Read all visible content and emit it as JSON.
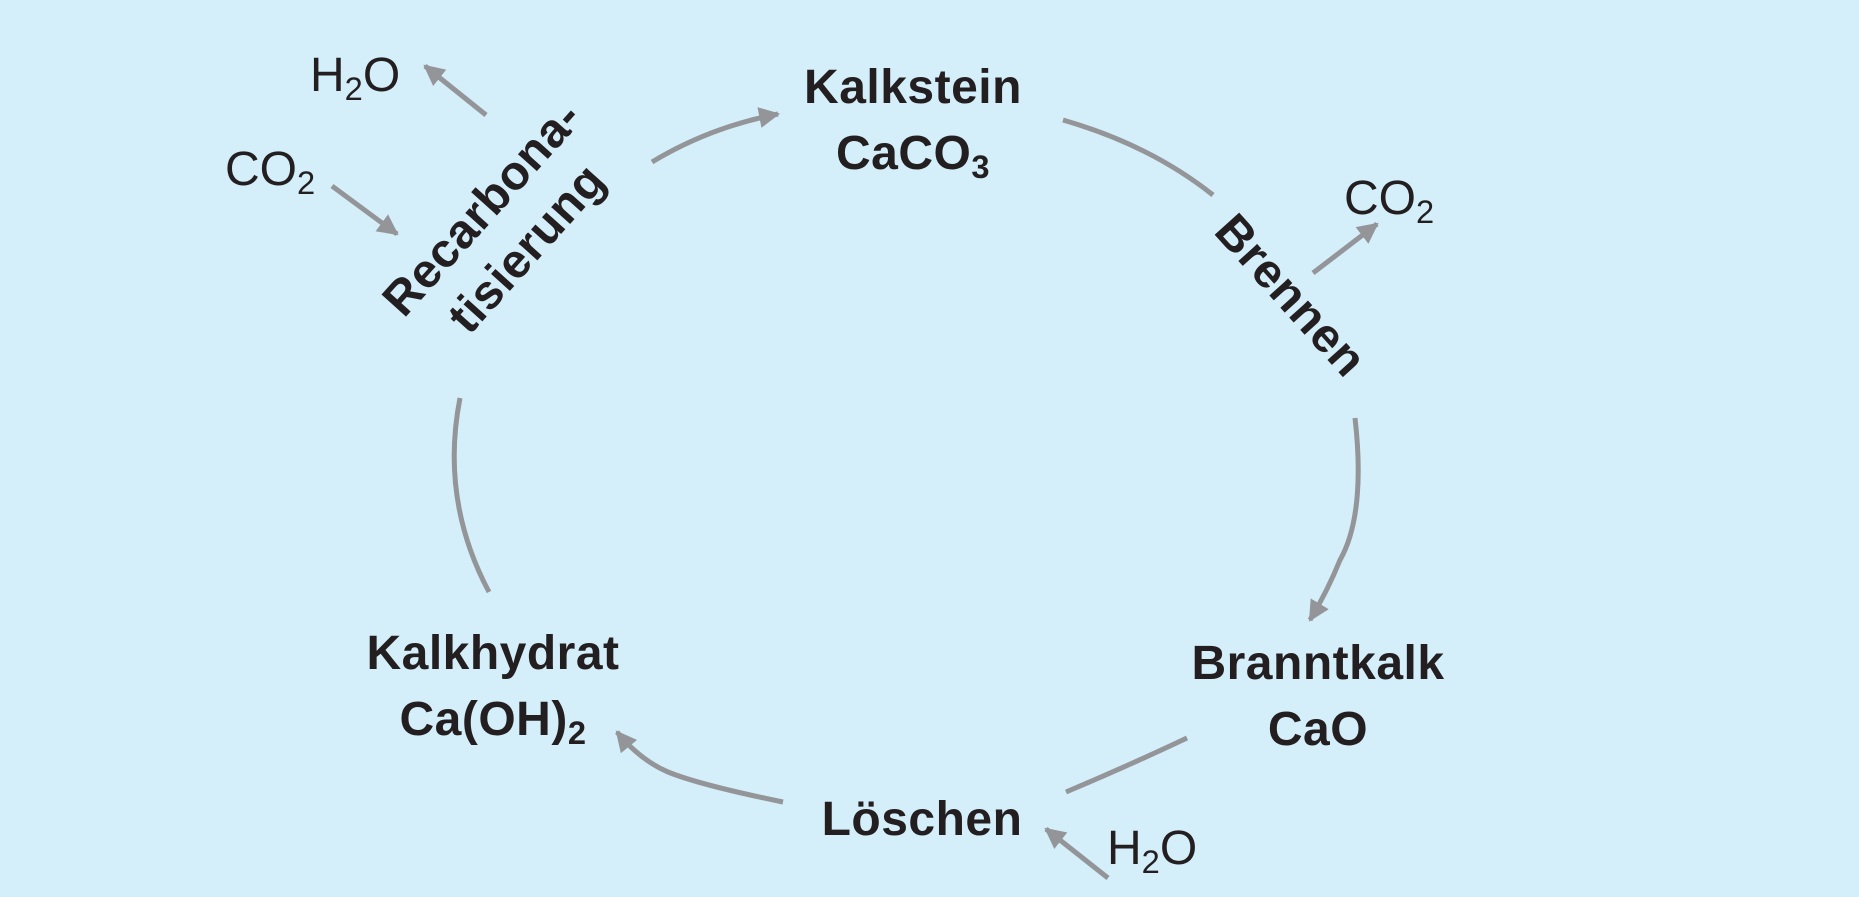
{
  "colors": {
    "background": "#d4eefa",
    "arrow": "#939598",
    "text": "#231f20"
  },
  "nodes": {
    "kalkstein": {
      "name": "Kalkstein",
      "formula_main": "CaCO",
      "formula_sub": "3"
    },
    "branntkalk": {
      "name": "Branntkalk",
      "formula": "CaO"
    },
    "kalkhydrat": {
      "name": "Kalkhydrat",
      "formula_main": "Ca(OH)",
      "formula_sub": "2"
    }
  },
  "processes": {
    "brennen": {
      "label": "Brennen"
    },
    "loeschen": {
      "label": "Löschen"
    },
    "recarbonatisierung": {
      "line1": "Recarbona-",
      "line2": "tisierung"
    }
  },
  "molecules": {
    "co2_out_brennen": {
      "main": "CO",
      "sub": "2"
    },
    "h2o_in_loeschen": {
      "pre": "H",
      "sub": "2",
      "post": "O"
    },
    "co2_in_recarb": {
      "main": "CO",
      "sub": "2"
    },
    "h2o_out_recarb": {
      "pre": "H",
      "sub": "2",
      "post": "O"
    }
  }
}
